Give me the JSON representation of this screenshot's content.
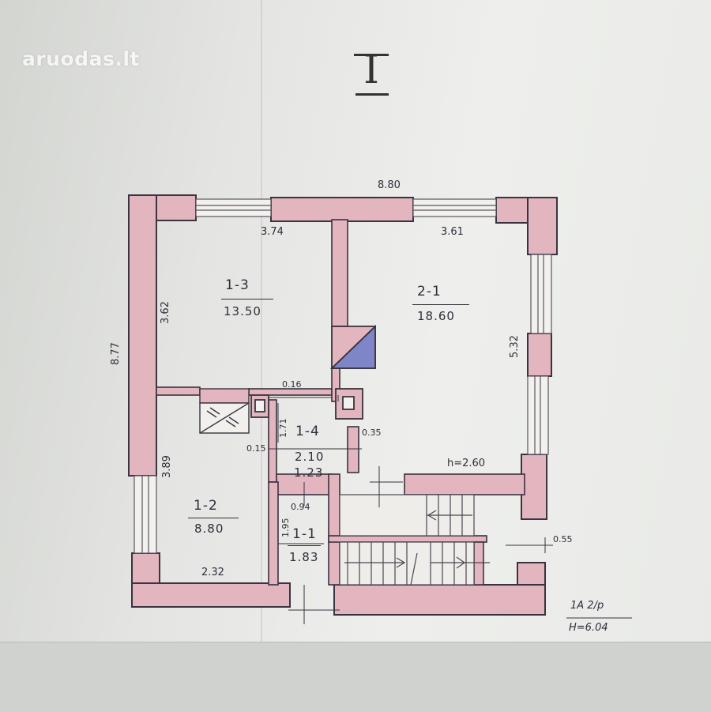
{
  "watermark": "aruodas.lt",
  "floor_marker": "I",
  "rooms": [
    {
      "id": "1-3",
      "area": "13.50"
    },
    {
      "id": "2-1",
      "area": "18.60"
    },
    {
      "id": "1-4",
      "area": "2.10"
    },
    {
      "id": "1-2",
      "area": "8.80"
    },
    {
      "id": "1-1",
      "area": "1.83"
    }
  ],
  "dimensions": {
    "overall_width": "8.80",
    "overall_depth": "8.77",
    "room_1_3_width": "3.74",
    "room_1_3_depth": "3.62",
    "room_2_1_width": "3.61",
    "room_2_1_depth": "5.32",
    "room_1_2_depth": "3.89",
    "room_1_2_width": "2.32",
    "room_1_4_top": "0.16",
    "room_1_4_side": "1.71",
    "room_1_4_right": "0.35",
    "room_1_4_left": "0.15",
    "room_1_4_width": "1.23",
    "room_1_1_width": "0.94",
    "room_1_1_depth": "1.95",
    "ceiling_height": "h=2.60",
    "wall_right": "0.55"
  },
  "stamp": {
    "line1": "1A 2/p",
    "line2": "H=6.04"
  },
  "colors": {
    "wall_fill": "#e3b5bf",
    "wall_stroke": "#3a3340",
    "blue_hatch": "#7f86c8"
  }
}
